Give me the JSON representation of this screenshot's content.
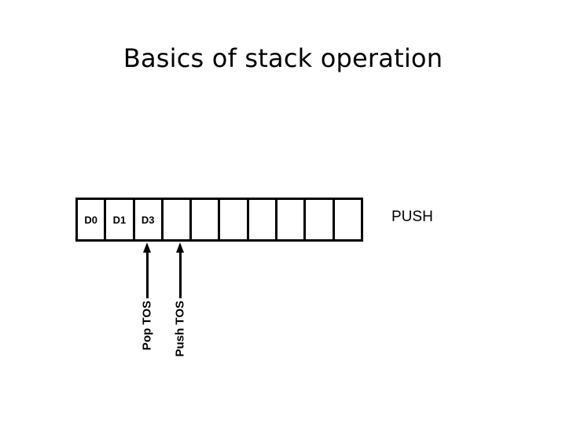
{
  "slide": {
    "title": "Basics of stack operation",
    "background_color": "#ffffff",
    "ink_color": "#000000"
  },
  "stack": {
    "cell_count": 10,
    "cells": [
      {
        "label": "D0"
      },
      {
        "label": "D1"
      },
      {
        "label": "D3"
      },
      {
        "label": ""
      },
      {
        "label": ""
      },
      {
        "label": ""
      },
      {
        "label": ""
      },
      {
        "label": ""
      },
      {
        "label": ""
      },
      {
        "label": ""
      }
    ]
  },
  "operation_caption": "PUSH",
  "pointers": [
    {
      "label": "Pop TOS",
      "points_to_cell_index": 2
    },
    {
      "label": "Push TOS",
      "points_to_cell_index": 3
    }
  ]
}
